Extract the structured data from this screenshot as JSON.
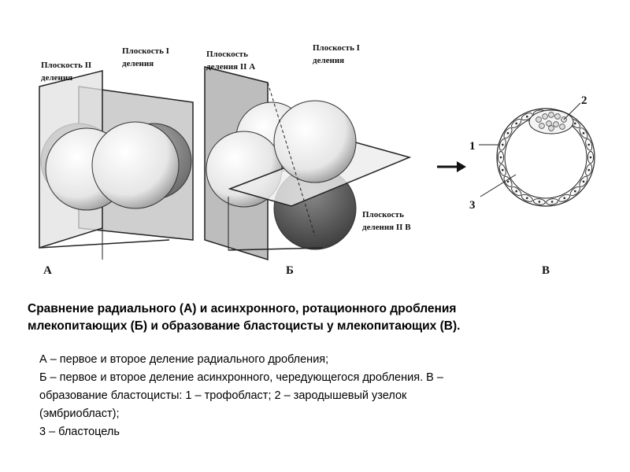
{
  "figure": {
    "a_plane_2": [
      "Плоскость II",
      "деления"
    ],
    "a_plane_1": [
      "Плоскость I",
      "деления"
    ],
    "b_plane_2a": [
      "Плоскость",
      "деления II А"
    ],
    "b_plane_1": [
      "Плоскость I",
      "деления"
    ],
    "b_plane_2b": [
      "Плоскость",
      "деления II В"
    ],
    "letter_a": "А",
    "letter_b": "Б",
    "letter_v": "В",
    "num_1": "1",
    "num_2": "2",
    "num_3": "3"
  },
  "caption": {
    "line1": "Сравнение радиального (А) и асинхронного, ротационного дробления",
    "line2": "млекопитающих (Б) и образование бластоцисты у млекопитающих (В)."
  },
  "legend": {
    "line1": "А – первое и второе деление радиального дробления;",
    "line2": "Б – первое и второе деление асинхронного, чередующегося дробления. В –",
    "line3": "образование бластоцисты: 1 – трофобласт; 2 – зародышевый узелок",
    "line4": "(эмбриобласт);",
    "line5": "3 – бластоцель"
  }
}
